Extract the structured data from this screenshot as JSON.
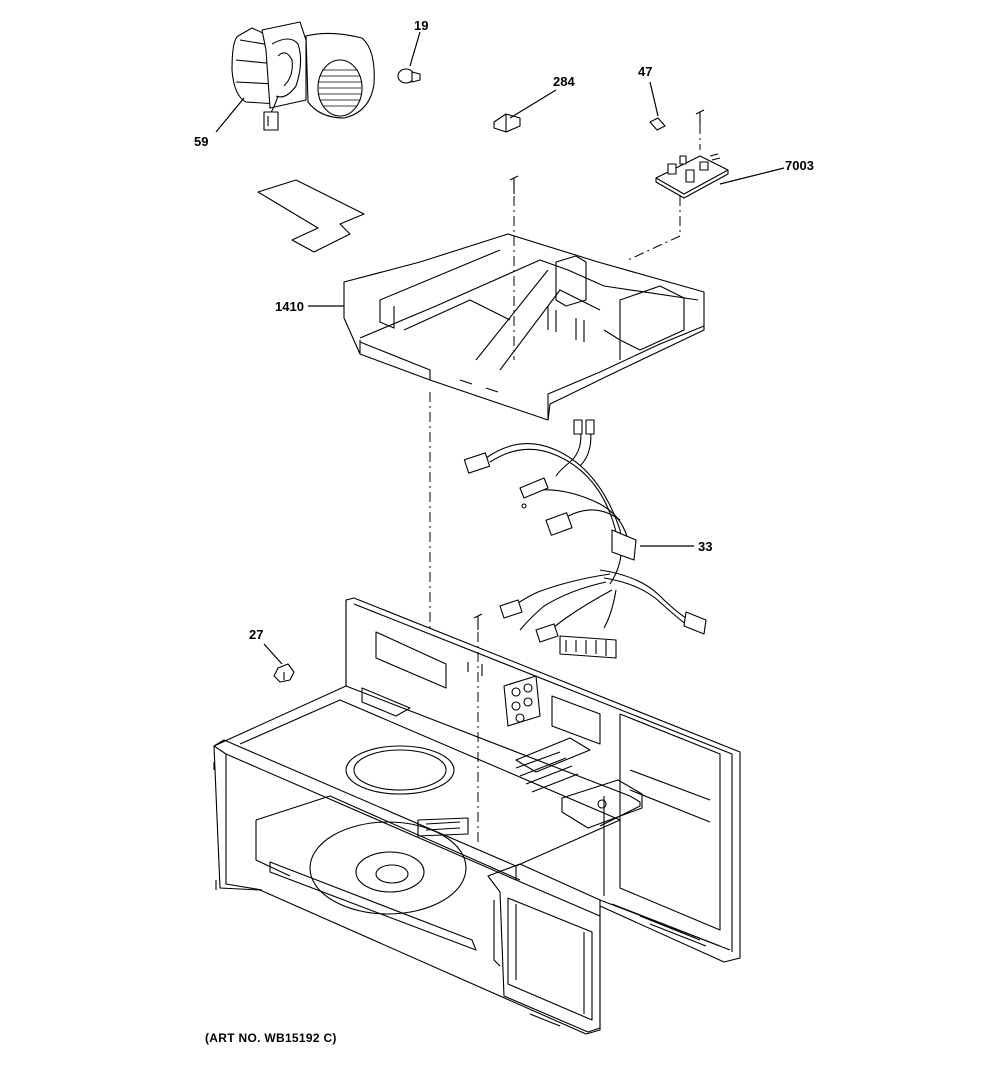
{
  "callouts": {
    "c59": "59",
    "c19": "19",
    "c284": "284",
    "c47": "47",
    "c7003": "7003",
    "c1410": "1410",
    "c33": "33",
    "c27": "27"
  },
  "art_number": "(ART NO. WB15192 C)"
}
